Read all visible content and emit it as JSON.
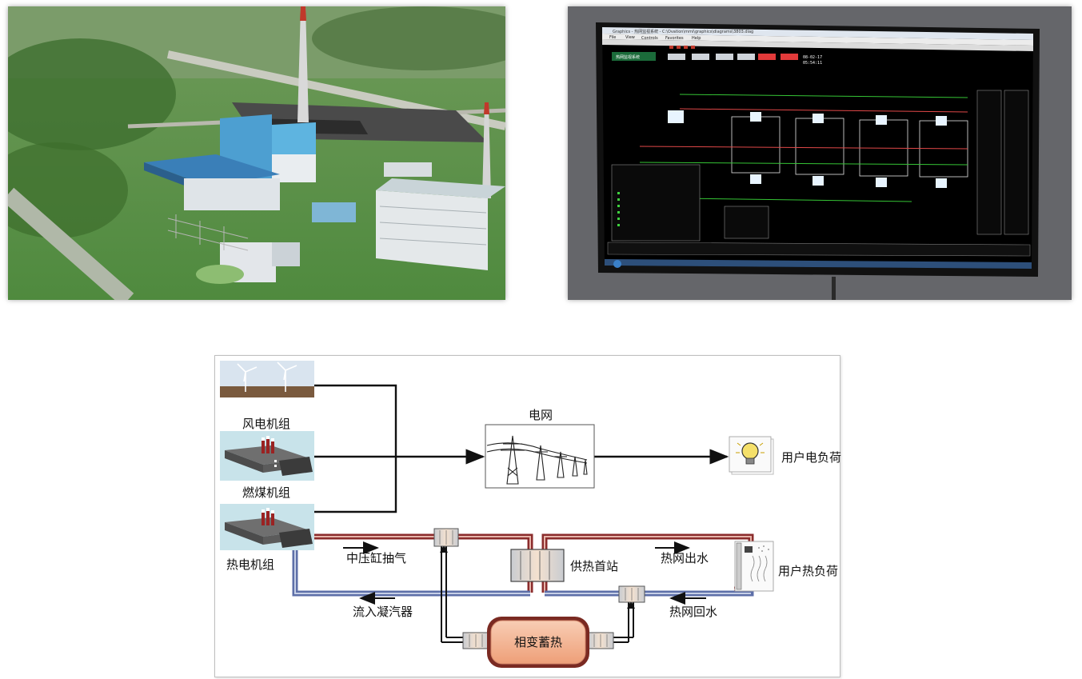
{
  "diagram": {
    "labels": {
      "wind": "风电机组",
      "coal": "燃煤机组",
      "chp": "热电机组",
      "grid": "电网",
      "power_load": "用户电负荷",
      "extraction": "中压缸抽气",
      "heat_station": "供热首站",
      "supply_water": "热网出水",
      "heat_load": "用户热负荷",
      "condenser": "流入凝汽器",
      "return_water": "热网回水",
      "storage": "相变蓄热"
    },
    "colors": {
      "supply_pipe": "#8b2c2c",
      "return_pipe": "#5d6fa8",
      "storage_fill": "#f2b594",
      "storage_border": "#7a2a22",
      "power_line": "#111111"
    }
  },
  "monitor": {
    "window_title": "Graphics - 热网监视系统 - C:\\Ovation\\mmi\\graphics\\diagrams\\3803.diag",
    "menu": [
      "File",
      "View",
      "Controls",
      "Favorites",
      "Help"
    ],
    "system_button": "热网监视系统",
    "date": "08-02-17",
    "time": "05:54:11"
  }
}
